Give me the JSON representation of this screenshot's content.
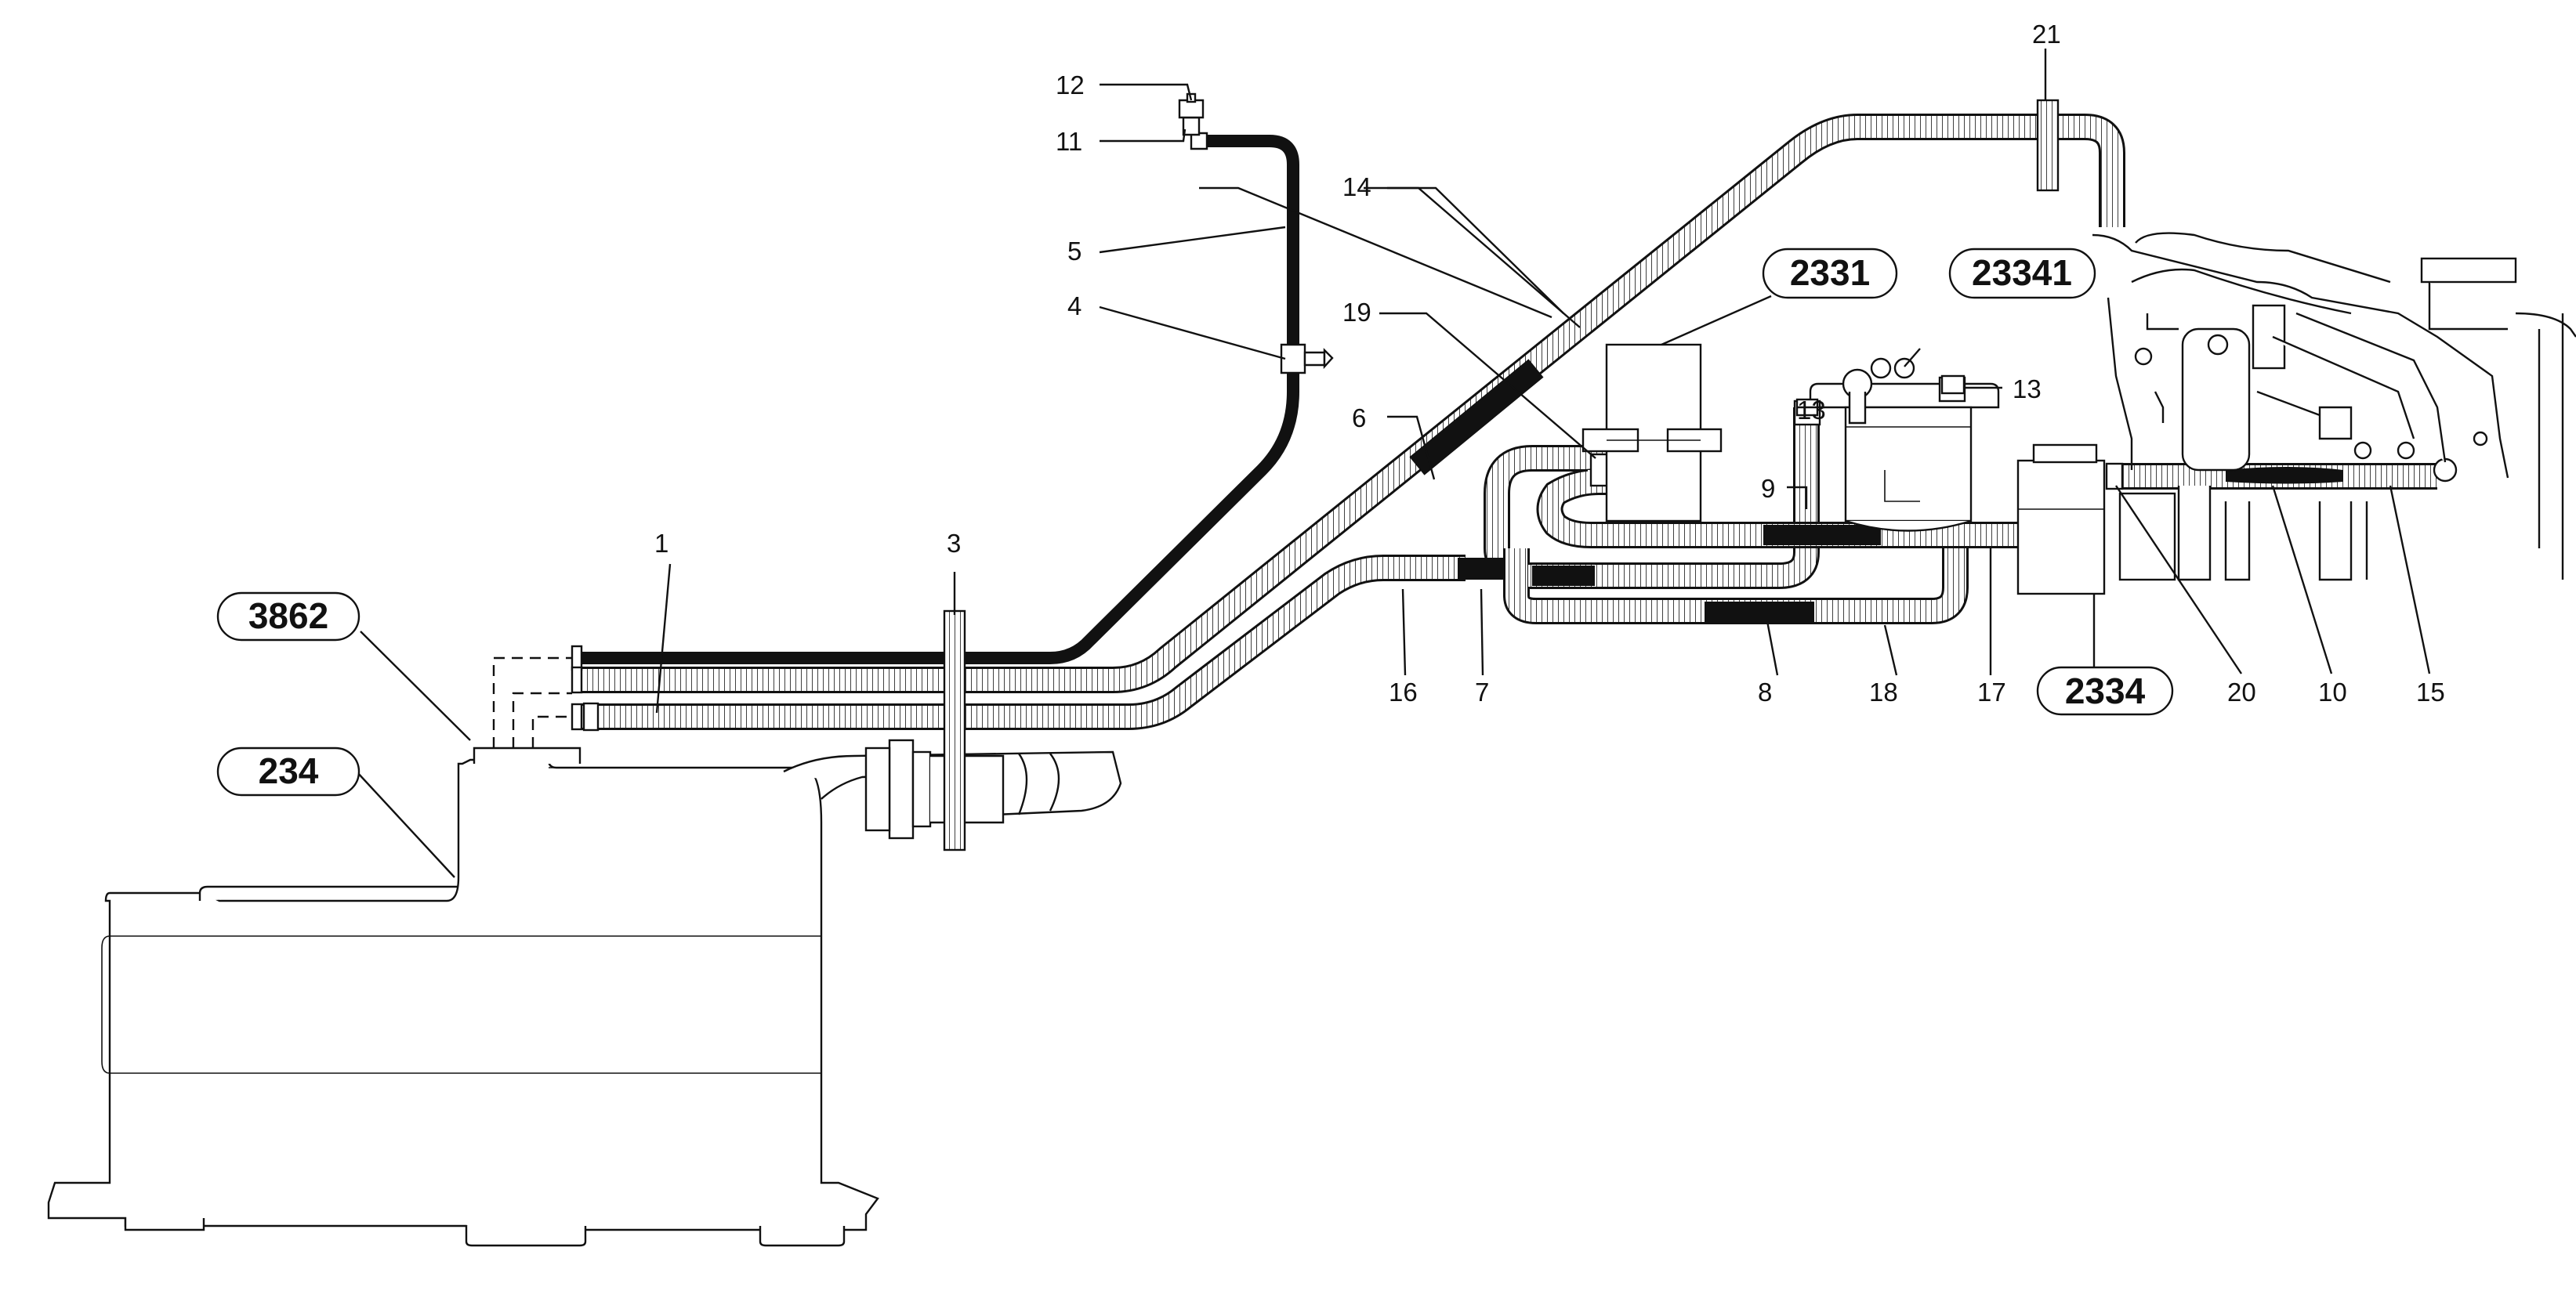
{
  "diagram": {
    "callouts": [
      {
        "id": "c1",
        "text": "1"
      },
      {
        "id": "c3",
        "text": "3"
      },
      {
        "id": "c4",
        "text": "4"
      },
      {
        "id": "c5",
        "text": "5"
      },
      {
        "id": "c6",
        "text": "6"
      },
      {
        "id": "c7",
        "text": "7"
      },
      {
        "id": "c8",
        "text": "8"
      },
      {
        "id": "c9",
        "text": "9"
      },
      {
        "id": "c10",
        "text": "10"
      },
      {
        "id": "c11",
        "text": "11"
      },
      {
        "id": "c12",
        "text": "12"
      },
      {
        "id": "c13a",
        "text": "13"
      },
      {
        "id": "c13b",
        "text": "13"
      },
      {
        "id": "c14",
        "text": "14"
      },
      {
        "id": "c15",
        "text": "15"
      },
      {
        "id": "c16",
        "text": "16"
      },
      {
        "id": "c17",
        "text": "17"
      },
      {
        "id": "c18",
        "text": "18"
      },
      {
        "id": "c19",
        "text": "19"
      },
      {
        "id": "c20",
        "text": "20"
      },
      {
        "id": "c21",
        "text": "21"
      }
    ],
    "references": [
      {
        "id": "r3862",
        "text": "3862"
      },
      {
        "id": "r234",
        "text": "234"
      },
      {
        "id": "r2331",
        "text": "2331"
      },
      {
        "id": "r23341",
        "text": "23341"
      },
      {
        "id": "r2334",
        "text": "2334"
      }
    ]
  }
}
